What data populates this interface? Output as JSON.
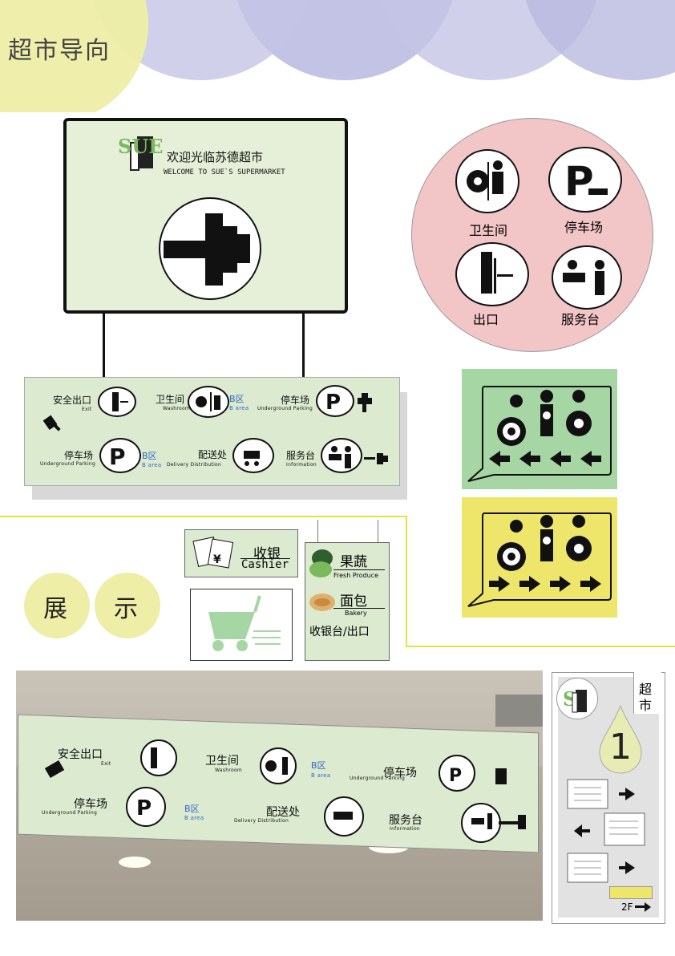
{
  "page_title": "超市导向",
  "welcome_sign": {
    "logo_text": "SUE",
    "title_cn": "欢迎光临苏德超市",
    "title_en": "WELCOME TO SUE`S SUPERMARKET"
  },
  "icon_circle": {
    "items": [
      {
        "label": "卫生间",
        "icon": "washroom-icon"
      },
      {
        "label": "停车场",
        "icon": "parking-icon"
      },
      {
        "label": "出口",
        "icon": "exit-icon"
      },
      {
        "label": "服务台",
        "icon": "service-desk-icon"
      }
    ]
  },
  "hanging_sign": {
    "row1": [
      {
        "cn": "安全出口",
        "en": "Exit",
        "icon": "exit-icon"
      },
      {
        "cn": "卫生间",
        "en": "Washroom",
        "icon": "washroom-icon",
        "area_cn": "B区",
        "area_en": "B area"
      },
      {
        "cn": "停车场",
        "en": "Underground Parking",
        "icon": "parking-icon"
      }
    ],
    "row2": [
      {
        "cn": "停车场",
        "en": "Underground Parking",
        "icon": "parking-icon",
        "area_cn": "B区",
        "area_en": "B area"
      },
      {
        "cn": "配送处",
        "en": "Delivery Distribution",
        "icon": "cart-icon"
      },
      {
        "cn": "服务台",
        "en": "Information",
        "icon": "service-desk-icon"
      }
    ]
  },
  "display_label": {
    "char1": "展",
    "char2": "示"
  },
  "cashier_sign": {
    "cn": "收银",
    "en": "Cashier"
  },
  "produce_sign": {
    "item1_cn": "果蔬",
    "item1_en": "Fresh Produce",
    "item2_cn": "面包",
    "item2_en": "Bakery",
    "item3_cn": "收银台/出口"
  },
  "floor_sign": {
    "title_top": "超",
    "title_bottom": "市",
    "floor_number": "1",
    "floor_link": "2F"
  },
  "photo_sign": {
    "row1": [
      {
        "cn": "安全出口",
        "en": "Exit"
      },
      {
        "cn": "卫生间",
        "en": "Washroom",
        "area_cn": "B区",
        "area_en": "B area"
      },
      {
        "cn": "停车场",
        "en": "Underground Parking"
      }
    ],
    "row2": [
      {
        "cn": "停车场",
        "en": "Underground Parking",
        "area_cn": "B区",
        "area_en": "B area"
      },
      {
        "cn": "配送处",
        "en": "Delivery Distribution"
      },
      {
        "cn": "服务台",
        "en": "Information"
      }
    ]
  },
  "colors": {
    "lavender": "#b9b9e0",
    "pale_yellow": "#eeeea6",
    "sign_green": "#dcebd0",
    "mint": "#a6d6a4",
    "yellow_panel": "#eee66a",
    "pink": "#f2c5c6",
    "line_yellow": "#e8e040"
  }
}
